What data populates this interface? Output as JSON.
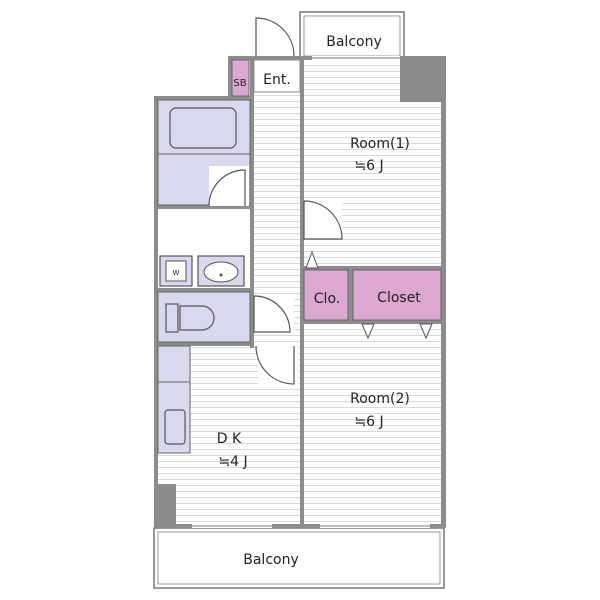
{
  "rooms": {
    "balcony_top": "Balcony",
    "sb": "SB",
    "entrance": "Ent.",
    "room1_name": "Room(1)",
    "room1_size": "≒6 J",
    "closet_small": "Clo.",
    "closet": "Closet",
    "room2_name": "Room(2)",
    "room2_size": "≒6 J",
    "dk_name": "D K",
    "dk_size": "≒4 J",
    "balcony_bottom": "Balcony",
    "washer_mark": "W"
  },
  "colors": {
    "wall": "#8c8c8c",
    "fixture_fill": "#d8d8ee",
    "closet_fill": "#dca8cf",
    "floor_line": "#d6d6d6"
  }
}
